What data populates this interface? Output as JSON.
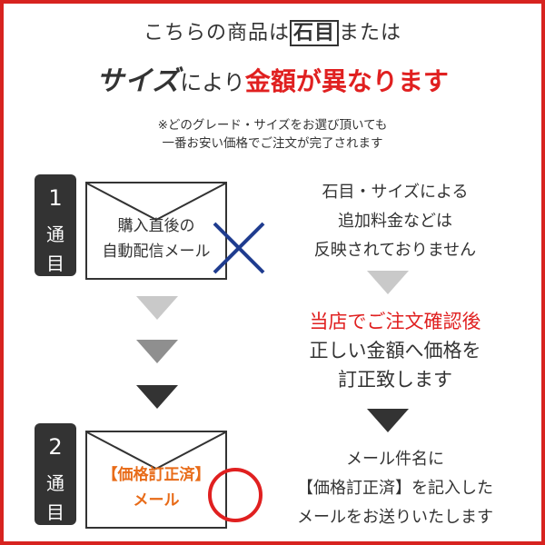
{
  "header": {
    "line1_prefix": "こちらの商品は",
    "line1_stone": "石目",
    "line1_suffix": "または",
    "line2_size": "サイズ",
    "line2_mid": "により",
    "line2_red": "金額が異なります",
    "note1": "※どのグレード・サイズをお選び頂いても",
    "note2": "一番お安い価格でご注文が完了されます"
  },
  "step1": {
    "number": "1",
    "kanji1": "通",
    "kanji2": "目",
    "email_line1": "購入直後の",
    "email_line2": "自動配信メール"
  },
  "step2": {
    "number": "2",
    "kanji1": "通",
    "kanji2": "目",
    "email_line1": "【価格訂正済】",
    "email_line2": "メール"
  },
  "right": {
    "p1_l1": "石目・サイズによる",
    "p1_l2": "追加料金などは",
    "p1_l3": "反映されておりません",
    "p2_l1": "当店でご注文確認後",
    "p2_l2": "正しい金額へ価格を",
    "p2_l3": "訂正致します",
    "p3_l1": "メール件名に",
    "p3_l2": "【価格訂正済】を記入した",
    "p3_l3": "メールをお送りいたします"
  },
  "colors": {
    "accent_red": "#e02020",
    "border_red": "#d7231f",
    "orange": "#e86b18",
    "cross_blue": "#1f3c8f",
    "dark": "#333333"
  },
  "icons": {
    "cross": "cross-icon",
    "circle": "circle-icon",
    "arrow": "arrow-down-icon",
    "envelope": "envelope-icon"
  }
}
